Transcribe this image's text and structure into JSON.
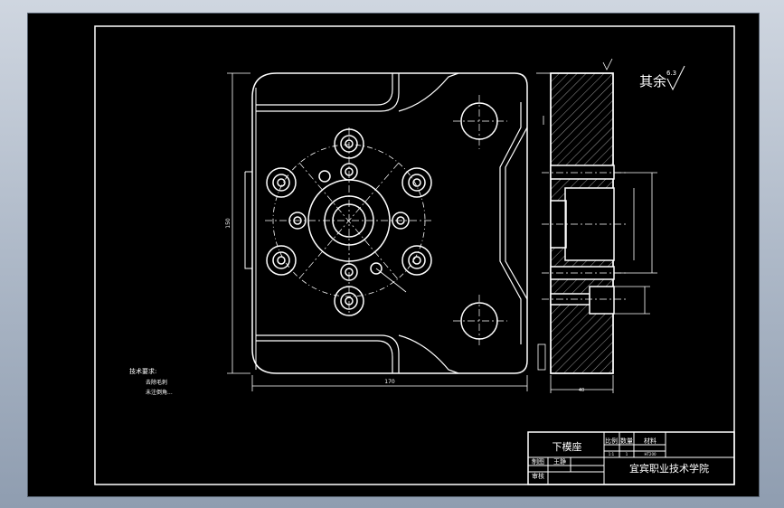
{
  "surface_roughness": {
    "label": "其余",
    "value": "6.3"
  },
  "technical_requirements": {
    "title": "技术要求:",
    "lines": [
      "去除毛刺",
      "未注倒角..."
    ]
  },
  "title_block": {
    "part_name": "下模座",
    "header_scale": "比例",
    "header_quantity": "数量",
    "header_material": "材料",
    "scale": "1:1",
    "quantity": "1",
    "material": "HT200",
    "drawn_label": "制图",
    "drawn_by": "王静",
    "checked_label": "审核",
    "school": "宜宾职业技术学院"
  },
  "dimensions": {
    "overall_width": "170",
    "overall_height": "150",
    "thickness": "40"
  },
  "colors": {
    "background": "#000000",
    "lines": "#ffffff",
    "window_bar": "#aeb9c8"
  }
}
